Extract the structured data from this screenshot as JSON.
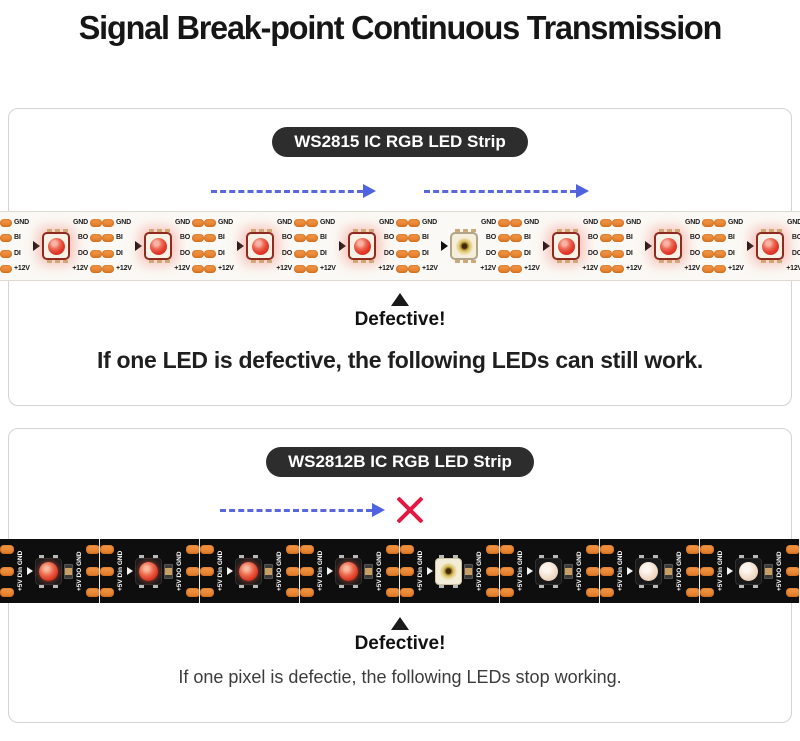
{
  "title": "Signal Break-point Continuous Transmission",
  "panels": [
    {
      "id": "ws2815",
      "badge": "WS2815 IC RGB LED Strip",
      "defective_label": "Defective!",
      "caption": "If one LED is defective, the following LEDs can still work.",
      "arrows": {
        "count": 2,
        "blocked": false
      },
      "strip": {
        "style": "white-12v",
        "voltage": "+12V",
        "pin_labels_in": [
          "GND",
          "BI",
          "DI",
          "+12V"
        ],
        "pin_labels_out": [
          "GND",
          "BO",
          "DO",
          "+12V"
        ],
        "leds": [
          "on",
          "on",
          "on",
          "on",
          "defective",
          "on",
          "on",
          "on",
          "on"
        ]
      }
    },
    {
      "id": "ws2812b",
      "badge": "WS2812B IC RGB LED Strip",
      "defective_label": "Defective!",
      "caption": "If one pixel is defectie, the following LEDs stop working.",
      "arrows": {
        "count": 1,
        "blocked": true
      },
      "strip": {
        "style": "black-5v",
        "voltage": "+5V",
        "pin_labels_in": [
          "GND",
          "Din",
          "+5V"
        ],
        "pin_labels_out": [
          "GND",
          "DO",
          "+5V"
        ],
        "leds": [
          "on",
          "on",
          "on",
          "on",
          "defective",
          "off",
          "off",
          "off",
          "off"
        ]
      }
    }
  ],
  "icons": {
    "signal_arrow": "dashed-right-arrow",
    "blocked_cross": "red-x",
    "defective_pointer": "up-triangle"
  },
  "colors": {
    "pad_orange": "#e8873a",
    "led_red": "#e23a2c",
    "arrow_blue": "#5867dd",
    "cross_red": "#e3173f",
    "badge_bg": "#2d2d2d",
    "strip_white_bg": "#fbf9f5",
    "strip_black_bg": "#0e0e0e",
    "title_text": "#161616"
  }
}
